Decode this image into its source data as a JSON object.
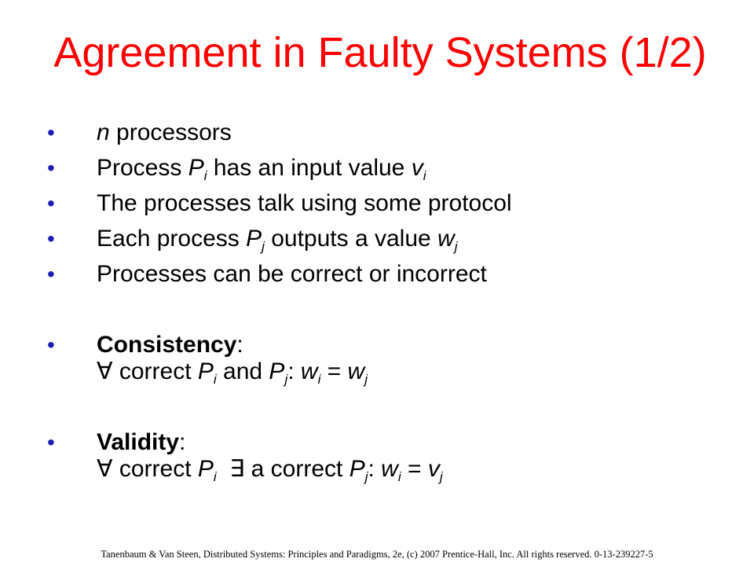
{
  "slide": {
    "title": "Agreement in Faulty Systems (1/2)",
    "bullet_char": "•",
    "items": {
      "b0": {
        "n": "n",
        "rest": " processors"
      },
      "b1": {
        "a": "Process ",
        "P": "P",
        "i": "i",
        "b": " has an input value ",
        "v": "v",
        "vi": "i"
      },
      "b2": {
        "text": "The processes talk using some protocol"
      },
      "b3": {
        "a": "Each process ",
        "P": "P",
        "j": "j",
        "b": " outputs a value ",
        "w": "w",
        "wj": "j"
      },
      "b4": {
        "text": "Processes can be correct or incorrect"
      },
      "consistency": {
        "term": "Consistency",
        "colon": ":",
        "forall": "∀",
        "l2a": " correct ",
        "P1": "P",
        "s1": "i",
        "and": " and ",
        "P2": "P",
        "s2": "j",
        "colon2": ": ",
        "w1": "w",
        "s3": "i",
        "eq": " = ",
        "w2": "w",
        "s4": "j"
      },
      "validity": {
        "term": "Validity",
        "colon": ":",
        "forall": "∀",
        "l2a": " correct ",
        "P1": "P",
        "s1": "i",
        "exists": "  ∃",
        "l2b": " a correct ",
        "P2": "P",
        "s2": "j",
        "colon2": ": ",
        "w": "w",
        "s3": "i",
        "eq": " = ",
        "v": "v",
        "s4": "j"
      }
    },
    "footer": "Tanenbaum & Van Steen, Distributed Systems: Principles and Paradigms, 2e, (c) 2007 Prentice-Hall, Inc. All rights reserved. 0-13-239227-5"
  }
}
